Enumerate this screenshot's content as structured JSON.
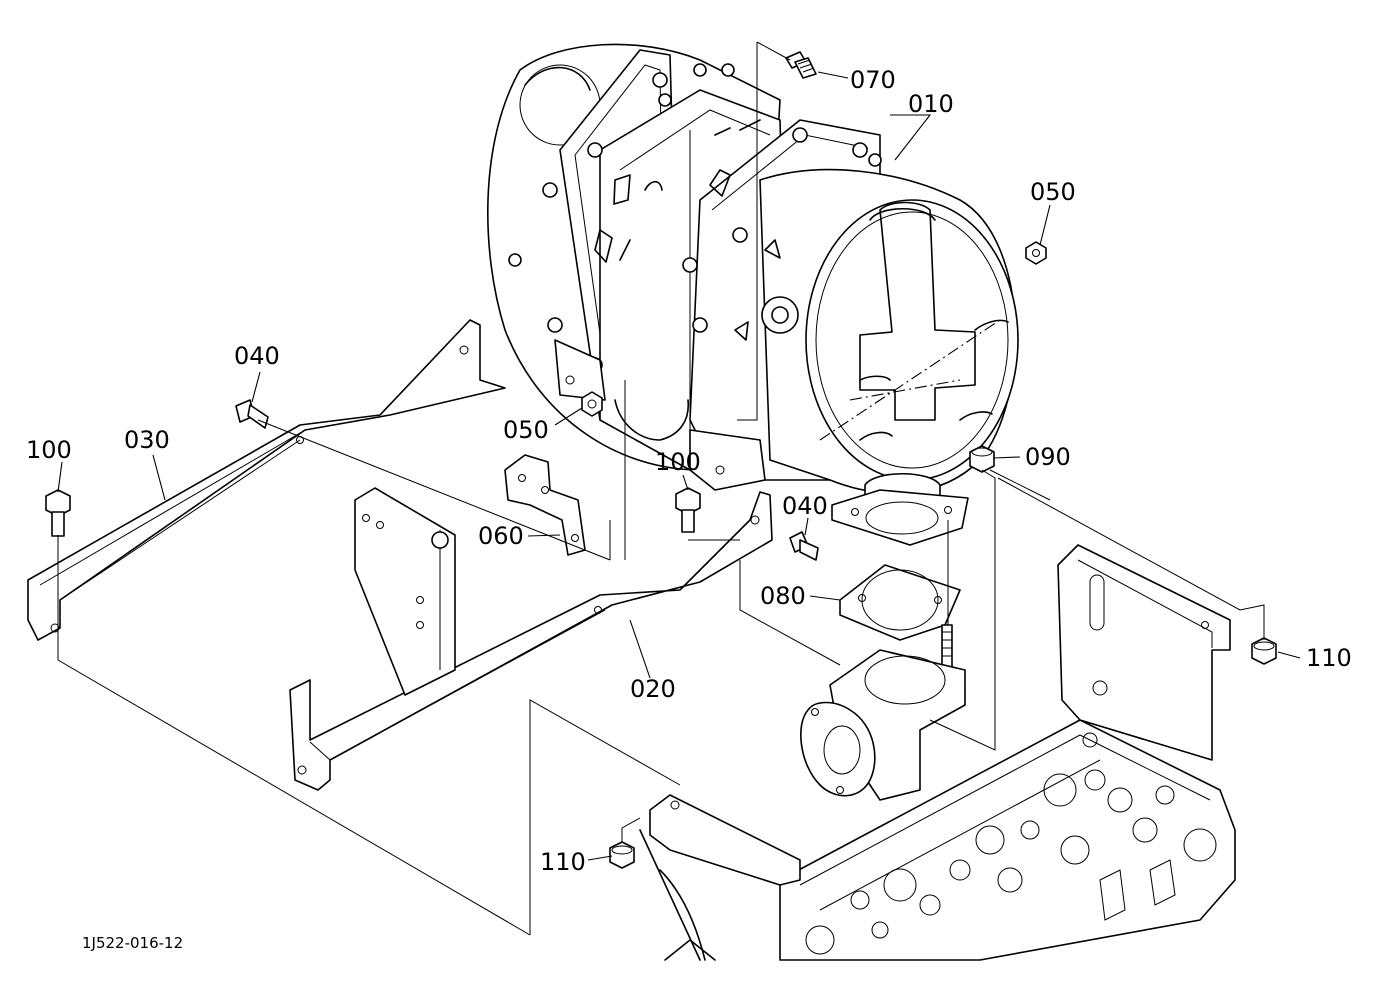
{
  "drawing_code": "1J522-016-12",
  "callouts": {
    "c010": "010",
    "c020": "020",
    "c030": "030",
    "c040a": "040",
    "c040b": "040",
    "c050a": "050",
    "c050b": "050",
    "c060": "060",
    "c070": "070",
    "c080": "080",
    "c090": "090",
    "c100a": "100",
    "c100b": "100",
    "c110a": "110",
    "c110b": "110"
  }
}
